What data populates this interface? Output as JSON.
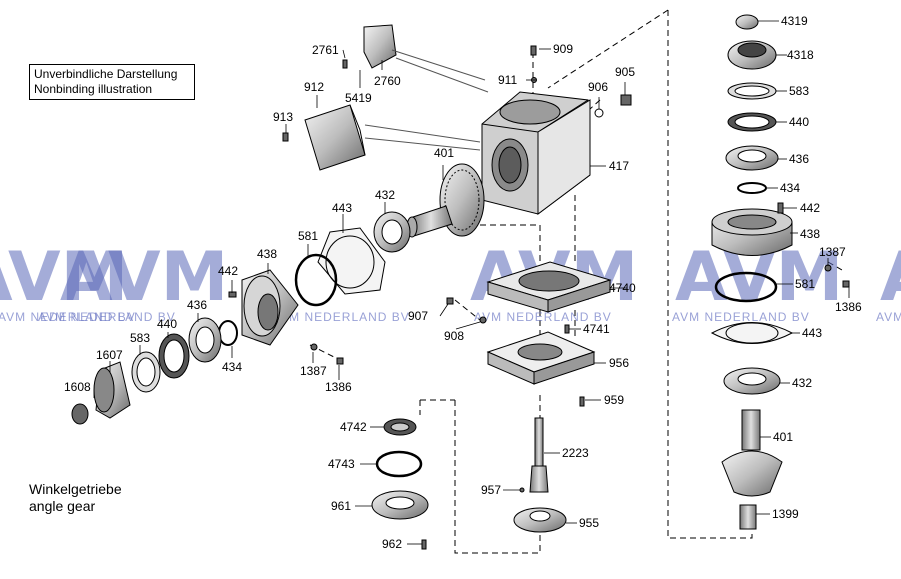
{
  "note": {
    "line1": "Unverbindliche Darstellung",
    "line2": "Nonbinding illustration"
  },
  "caption": {
    "line1": "Winkelgetriebe",
    "line2": "angle gear"
  },
  "watermark": {
    "logo": "AVM",
    "text": "AVM NEDERLAND BV",
    "color": "#5a68b8"
  },
  "parts": [
    {
      "id": "909",
      "label": "909"
    },
    {
      "id": "911",
      "label": "911"
    },
    {
      "id": "905",
      "label": "905"
    },
    {
      "id": "906",
      "label": "906"
    },
    {
      "id": "2761",
      "label": "2761"
    },
    {
      "id": "2760",
      "label": "2760"
    },
    {
      "id": "5419",
      "label": "5419"
    },
    {
      "id": "912",
      "label": "912"
    },
    {
      "id": "913",
      "label": "913"
    },
    {
      "id": "417",
      "label": "417"
    },
    {
      "id": "401a",
      "label": "401"
    },
    {
      "id": "432a",
      "label": "432"
    },
    {
      "id": "443a",
      "label": "443"
    },
    {
      "id": "581a",
      "label": "581"
    },
    {
      "id": "438a",
      "label": "438"
    },
    {
      "id": "442a",
      "label": "442"
    },
    {
      "id": "436a",
      "label": "436"
    },
    {
      "id": "440a",
      "label": "440"
    },
    {
      "id": "583a",
      "label": "583"
    },
    {
      "id": "1607",
      "label": "1607"
    },
    {
      "id": "1608",
      "label": "1608"
    },
    {
      "id": "434a",
      "label": "434"
    },
    {
      "id": "1387a",
      "label": "1387"
    },
    {
      "id": "1386a",
      "label": "1386"
    },
    {
      "id": "907",
      "label": "907"
    },
    {
      "id": "908",
      "label": "908"
    },
    {
      "id": "4740",
      "label": "4740"
    },
    {
      "id": "4741",
      "label": "4741"
    },
    {
      "id": "956",
      "label": "956"
    },
    {
      "id": "959",
      "label": "959"
    },
    {
      "id": "4742",
      "label": "4742"
    },
    {
      "id": "4743",
      "label": "4743"
    },
    {
      "id": "961",
      "label": "961"
    },
    {
      "id": "962",
      "label": "962"
    },
    {
      "id": "2223",
      "label": "2223"
    },
    {
      "id": "957",
      "label": "957"
    },
    {
      "id": "955",
      "label": "955"
    },
    {
      "id": "4319",
      "label": "4319"
    },
    {
      "id": "4318",
      "label": "4318"
    },
    {
      "id": "583b",
      "label": "583"
    },
    {
      "id": "440b",
      "label": "440"
    },
    {
      "id": "436b",
      "label": "436"
    },
    {
      "id": "434b",
      "label": "434"
    },
    {
      "id": "442b",
      "label": "442"
    },
    {
      "id": "438b",
      "label": "438"
    },
    {
      "id": "1387b",
      "label": "1387"
    },
    {
      "id": "581b",
      "label": "581"
    },
    {
      "id": "1386b",
      "label": "1386"
    },
    {
      "id": "443b",
      "label": "443"
    },
    {
      "id": "432b",
      "label": "432"
    },
    {
      "id": "401b",
      "label": "401"
    },
    {
      "id": "1399",
      "label": "1399"
    }
  ]
}
